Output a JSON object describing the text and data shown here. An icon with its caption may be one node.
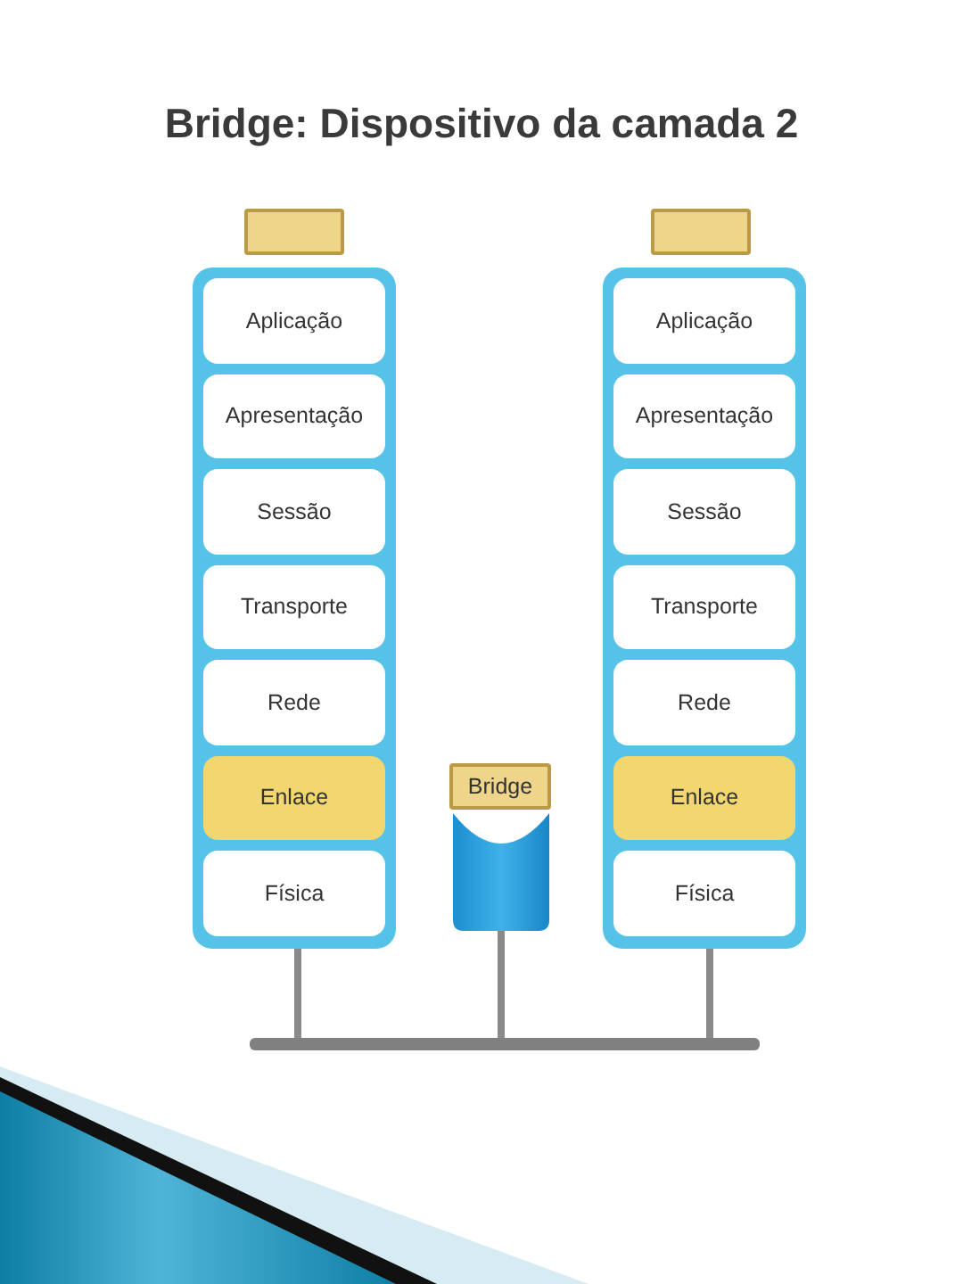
{
  "diagram": {
    "title": "Bridge: Dispositivo da camada 2",
    "nodes": [
      {
        "text": [],
        "shape": "box"
      },
      {
        "text": [],
        "shape": "box"
      },
      {
        "text": [],
        "shape": "box"
      },
      {
        "text": [
          "Aplicação"
        ],
        "in": 2
      },
      {
        "text": [
          "Apresentação"
        ],
        "in": 2
      },
      {
        "text": [
          "Sessão"
        ],
        "in": 2
      },
      {
        "text": [
          "Transporte"
        ],
        "in": 2
      },
      {
        "text": [
          "Rede"
        ],
        "in": 2
      },
      {
        "text": [
          "Enlace"
        ],
        "in": 2
      },
      {
        "text": [
          "Física"
        ],
        "in": 2
      },
      {
        "text": [],
        "shape": "box"
      },
      {
        "text": [
          "Aplicação"
        ],
        "in": 10
      },
      {
        "text": [
          "Apresentação"
        ],
        "in": 10
      },
      {
        "text": [
          "Sessão"
        ],
        "in": 10
      },
      {
        "text": [
          "Transporte"
        ],
        "in": 10
      },
      {
        "text": [
          "Rede"
        ],
        "in": 10
      },
      {
        "text": [
          "Enlace"
        ],
        "in": 10
      },
      {
        "text": [
          "Física"
        ],
        "in": 10
      },
      {
        "text": [
          "Bridge"
        ]
      },
      {
        "text": [],
        "shape": "picture"
      },
      {
        "text": [],
        "shape": "bar"
      }
    ],
    "edges": [
      {
        "from": 2,
        "to": 20,
        "arrow": "none"
      },
      {
        "from": 19,
        "to": 20,
        "arrow": "none"
      },
      {
        "from": 10,
        "to": 20,
        "arrow": "none"
      }
    ]
  }
}
